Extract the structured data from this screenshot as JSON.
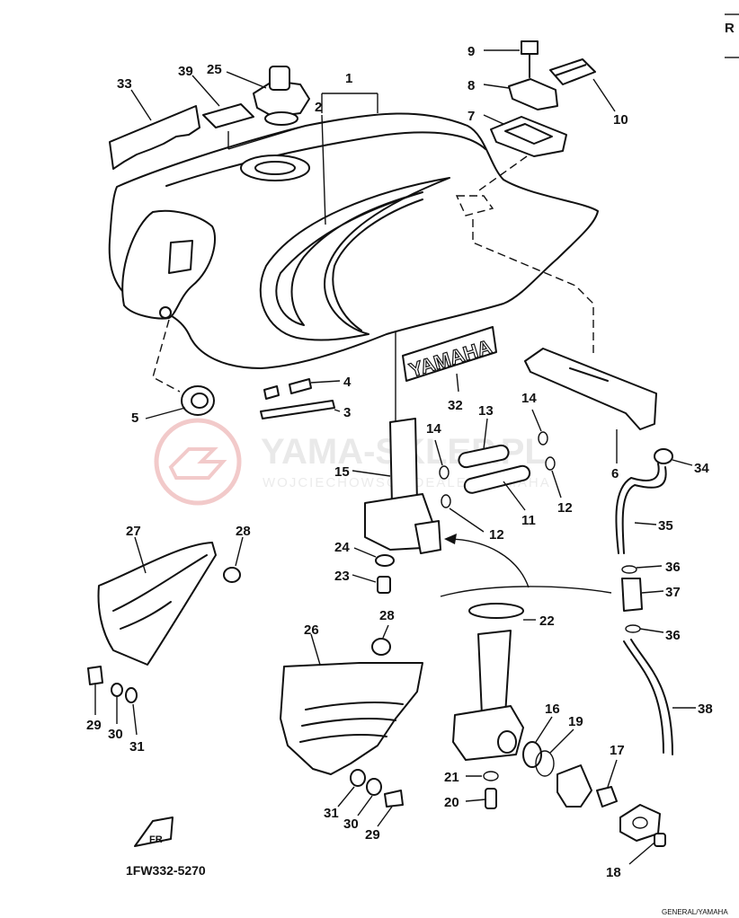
{
  "page": {
    "corner_mark": "R",
    "diagram_code": "1FW332-5270",
    "footer_code": "GENERAL/YAMAHA"
  },
  "watermark": {
    "title": "YAMA-SKLEP.PL",
    "subtitle": "WOJCIECHOWSCY DEALER YAMAHA"
  },
  "tank_emblem": "YAMAHA",
  "fr_mark": "FR",
  "part_numbers": [
    "1",
    "2",
    "3",
    "4",
    "5",
    "6",
    "7",
    "8",
    "9",
    "10",
    "11",
    "12",
    "12",
    "13",
    "14",
    "14",
    "15",
    "16",
    "17",
    "18",
    "19",
    "20",
    "21",
    "22",
    "23",
    "24",
    "25",
    "26",
    "27",
    "28",
    "28",
    "29",
    "29",
    "30",
    "30",
    "31",
    "31",
    "32",
    "33",
    "34",
    "35",
    "36",
    "36",
    "37",
    "38",
    "39"
  ],
  "colors": {
    "ink": "#111111",
    "watermark": "#e8a0a0",
    "watermark_text": "#dcdcdc"
  }
}
